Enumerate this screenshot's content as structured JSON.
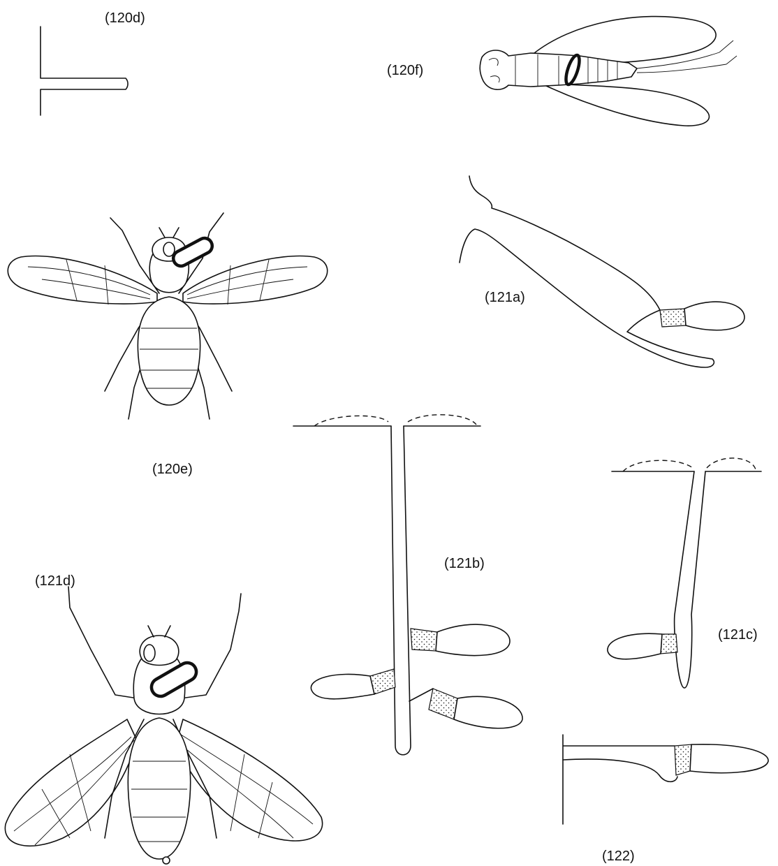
{
  "figure": {
    "labels": {
      "f120d": "(120d)",
      "f120f": "(120f)",
      "f121a": "(121a)",
      "f120e": "(120e)",
      "f121d": "(121d)",
      "f121b": "(121b)",
      "f121c": "(121c)",
      "f122": "(122)"
    }
  },
  "colors": {
    "ink": "#111111",
    "paper": "#ffffff"
  }
}
